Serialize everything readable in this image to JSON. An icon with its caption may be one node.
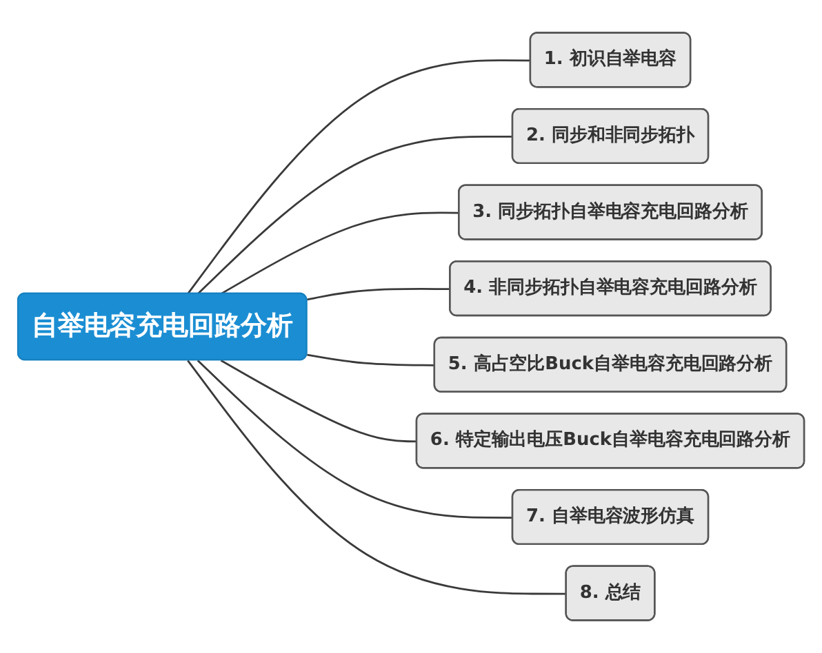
{
  "diagram": {
    "nodes": [
      {
        "text": [
          "自举电容充电回路分析"
        ]
      },
      {
        "text": [
          "1. 初识自举电容"
        ]
      },
      {
        "text": [
          "2. 同步和非同步拓扑"
        ]
      },
      {
        "text": [
          "3. 同步拓扑自举电容充电回路分析"
        ]
      },
      {
        "text": [
          "4. 非同步拓扑自举电容充电回路分析"
        ]
      },
      {
        "text": [
          "5. 高占空比Buck自举电容充电回路分析"
        ]
      },
      {
        "text": [
          "6. 特定输出电压Buck自举电容充电回路分析"
        ]
      },
      {
        "text": [
          "7. 自举电容波形仿真"
        ]
      },
      {
        "text": [
          "8. 总结"
        ]
      }
    ],
    "edges": [
      {
        "from": 0,
        "to": 1,
        "arrow": "none"
      },
      {
        "from": 0,
        "to": 2,
        "arrow": "none"
      },
      {
        "from": 0,
        "to": 3,
        "arrow": "none"
      },
      {
        "from": 0,
        "to": 4,
        "arrow": "none"
      },
      {
        "from": 0,
        "to": 5,
        "arrow": "none"
      },
      {
        "from": 0,
        "to": 6,
        "arrow": "none"
      },
      {
        "from": 0,
        "to": 7,
        "arrow": "none"
      },
      {
        "from": 0,
        "to": 8,
        "arrow": "none"
      }
    ]
  }
}
